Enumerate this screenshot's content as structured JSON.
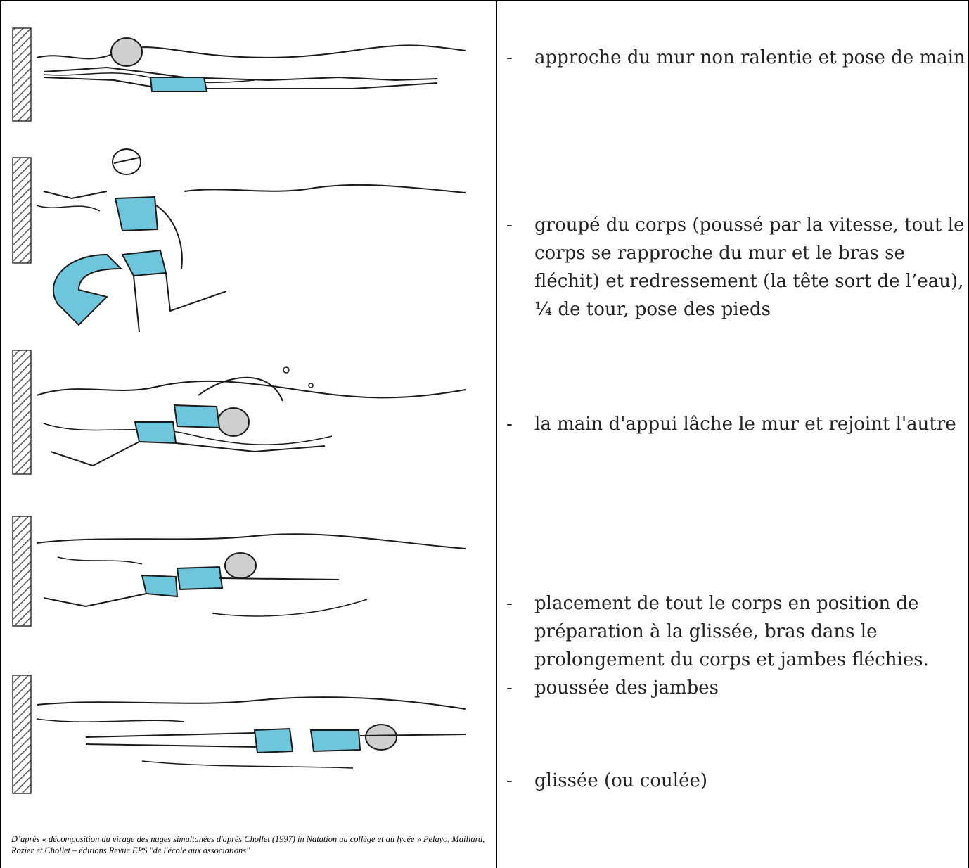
{
  "steps": [
    {
      "dash": "-",
      "text": "approche du mur non ralentie et pose de main"
    },
    {
      "dash": "-",
      "text": "groupé du corps (poussé par la vitesse, tout le corps se rapproche du mur et le bras se fléchit) et redressement (la tête sort de l’eau), ¼ de tour, pose des pieds"
    },
    {
      "dash": "-",
      "text": "la main d'appui lâche le mur et rejoint l'autre"
    },
    {
      "dash": "-",
      "text": "placement de tout le corps en position de préparation à la glissée, bras dans le prolongement du corps et jambes fléchies."
    },
    {
      "dash": "-",
      "text": "poussée des jambes"
    },
    {
      "dash": "-",
      "text": "glissée (ou coulée)"
    }
  ],
  "caption": "D’après « décomposition du virage des nages simultanées d'après Chollet (1997) in Natation au collège et au lycée » Pelayo, Maillard, Rozier et Chollet – éditions Revue EPS \"de l'école aux associations\"",
  "colors": {
    "swimsuit": "#6ec6dc",
    "line": "#1a1a1a",
    "wall": "#888888"
  }
}
